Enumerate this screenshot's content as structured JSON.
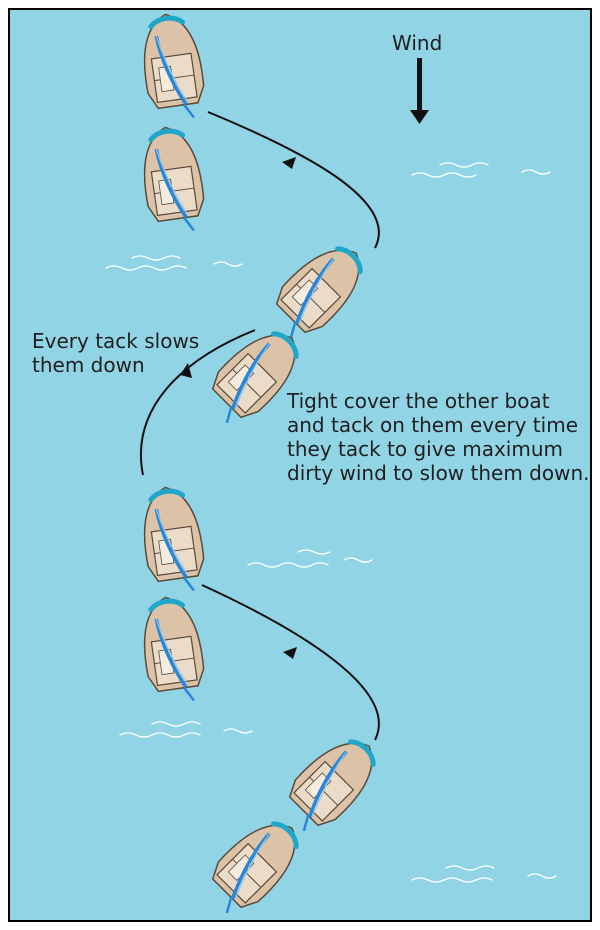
{
  "colors": {
    "water": "#91d4e6",
    "frame": "#000000",
    "hull": "#dcc2a6",
    "hull_outline": "#5a4a3a",
    "bow_stripe": "#1fa6c9",
    "sail": "#2a86d6",
    "course_line": "#111111",
    "ripple": "#ffffff"
  },
  "labels": {
    "wind": "Wind",
    "every_tack": [
      "Every tack slows",
      "them down"
    ],
    "tight_cover": [
      "Tight cover the other boat",
      "and tack on them every time",
      "they tack to give maximum",
      "dirty wind to slow them down."
    ]
  },
  "icons": {
    "wind_arrow": "down-arrow-icon",
    "boat": "sailboat-icon",
    "course": "tack-path-icon"
  }
}
